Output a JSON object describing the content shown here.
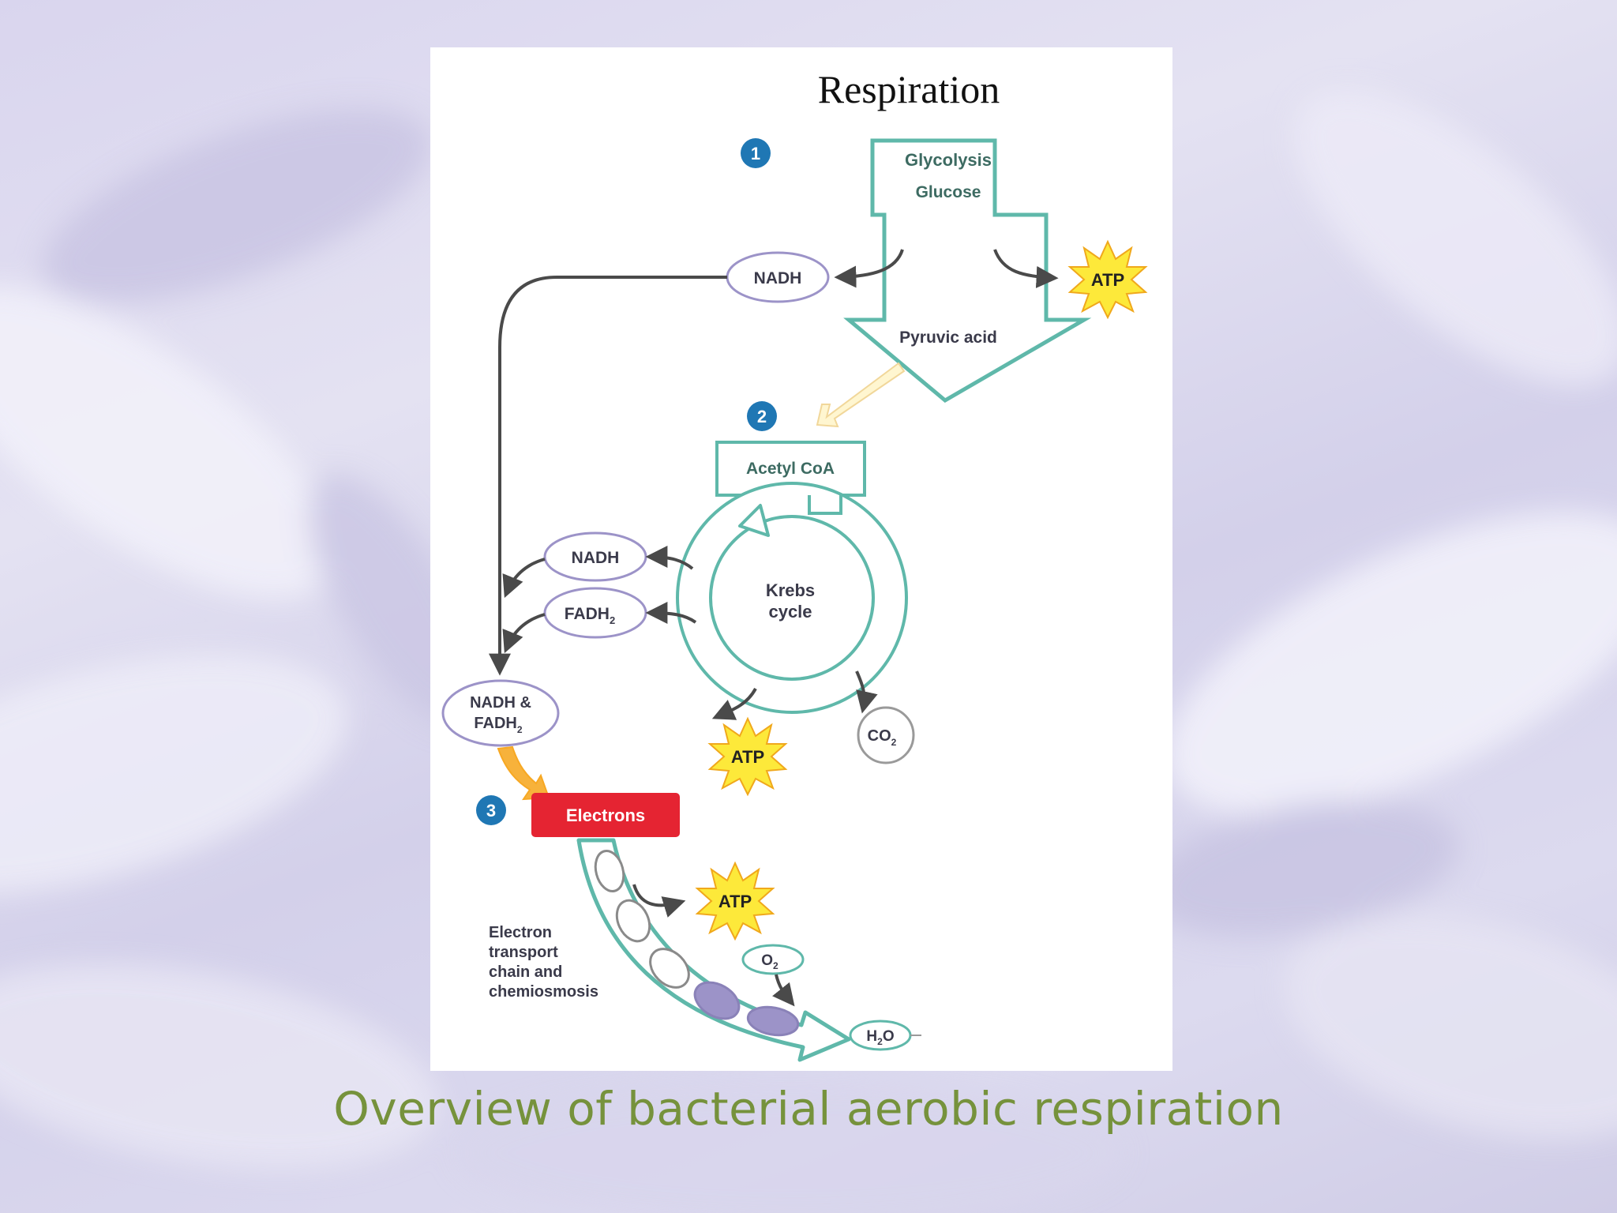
{
  "figure": {
    "title": "Respiration",
    "steps": [
      "1",
      "2",
      "3"
    ],
    "glycolysis": {
      "title": "Glycolysis",
      "input": "Glucose",
      "output": "Pyruvic acid"
    },
    "acetyl": "Acetyl CoA",
    "krebs": {
      "line1": "Krebs",
      "line2": "cycle"
    },
    "nadh": "NADH",
    "fadh": "FADH",
    "fadh_sub": "2",
    "nadh_fadh": {
      "line1": "NADH &",
      "line2": "FADH",
      "sub": "2"
    },
    "atp": "ATP",
    "co2": {
      "main": "CO",
      "sub": "2"
    },
    "electrons": "Electrons",
    "etc_label": [
      "Electron",
      "transport",
      "chain and",
      "chemiosmosis"
    ],
    "o2": {
      "main": "O",
      "sub": "2"
    },
    "h2o": {
      "main1": "H",
      "sub": "2",
      "main2": "O"
    }
  },
  "caption": "Overview of bacterial aerobic respiration",
  "colors": {
    "teal": "#5fb8aa",
    "step_blue": "#1f77b4",
    "electrons_red": "#e52432",
    "atp_yellow": "#fde93a",
    "caption_green": "#76923c",
    "oval_purple": "#9c93c8"
  }
}
